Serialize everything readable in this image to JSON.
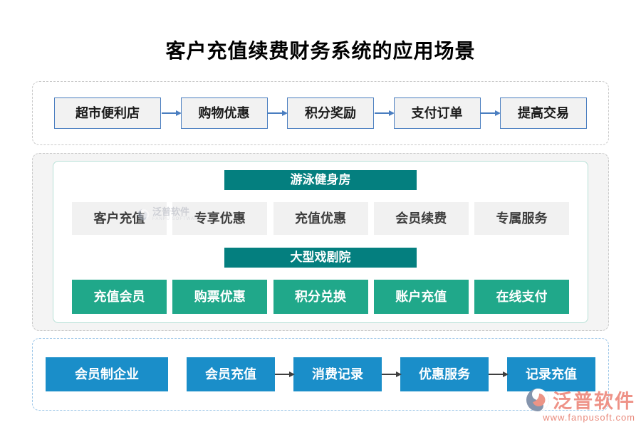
{
  "title": "客户充值续费财务系统的应用场景",
  "colors": {
    "accent_blue_border": "#4a7ec0",
    "teal_header": "#047f7f",
    "green_box": "#20a88a",
    "blue_box": "#1a8ec9",
    "gray_box": "#f1f1f1",
    "dashed_blue_border": "#9cc6e8",
    "brand_salmon": "#ec9486"
  },
  "flow_top": {
    "items": [
      "超市便利店",
      "购物优惠",
      "积分奖励",
      "支付订单",
      "提高交易"
    ]
  },
  "middle": {
    "sections": [
      {
        "header": "游泳健身房",
        "items": [
          "客户充值",
          "专享优惠",
          "充值优惠",
          "会员续费",
          "专属服务"
        ]
      },
      {
        "header": "大型戏剧院",
        "items": [
          "充值会员",
          "购票优惠",
          "积分兑换",
          "账户充值",
          "在线支付"
        ]
      }
    ]
  },
  "flow_bottom": {
    "items": [
      "会员制企业",
      "会员充值",
      "消费记录",
      "优惠服务",
      "记录充值"
    ]
  },
  "watermark": {
    "text": "泛普软件",
    "subtext": "FANPU SOFTWARE"
  },
  "brand": {
    "name": "泛普软件",
    "url": "www.fanpusoft.com"
  }
}
